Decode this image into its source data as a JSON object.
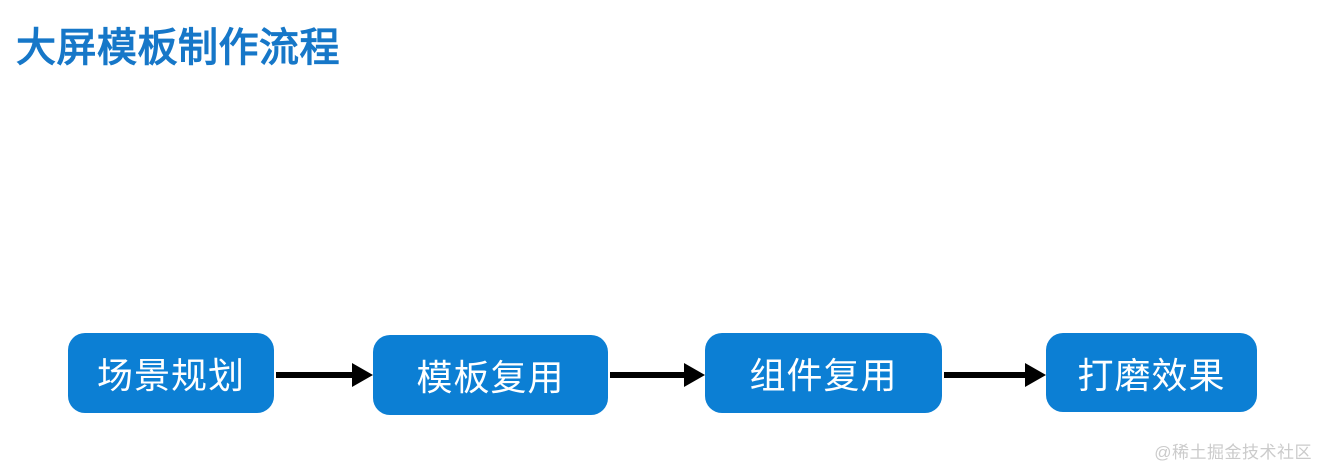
{
  "page": {
    "background": "#ffffff"
  },
  "title": {
    "text": "大屏模板制作流程",
    "color": "#1677c8"
  },
  "flow": {
    "type": "flowchart",
    "direction": "left-to-right",
    "box_color": "#0c7fd4",
    "text_color": "#ffffff",
    "arrow_color": "#000000",
    "steps": [
      {
        "label": "场景规划"
      },
      {
        "label": "模板复用"
      },
      {
        "label": "组件复用"
      },
      {
        "label": "打磨效果"
      }
    ]
  },
  "watermark": {
    "text": "@稀土掘金技术社区",
    "color": "#cbcbcb"
  }
}
